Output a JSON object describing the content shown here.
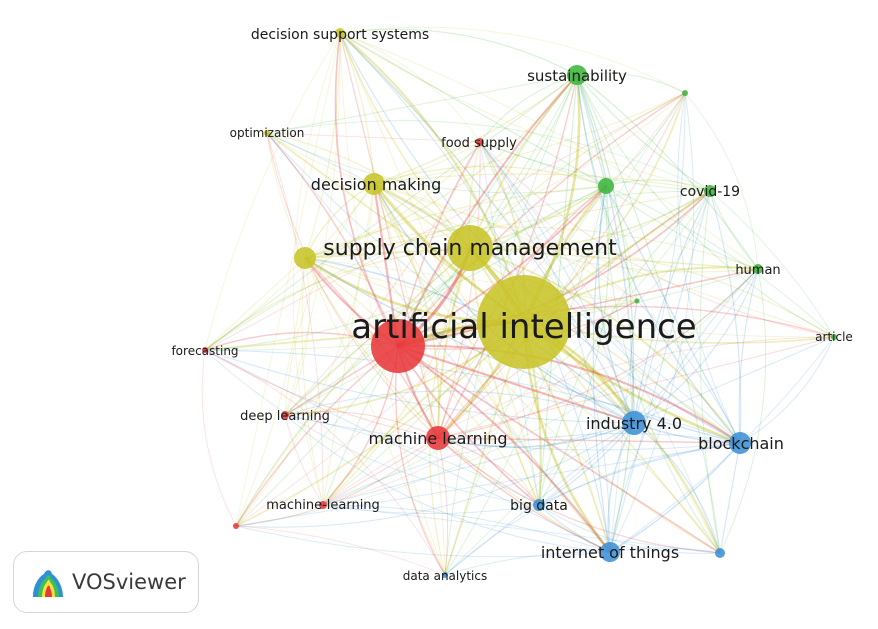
{
  "app": {
    "name": "VOSviewer"
  },
  "clusters": {
    "red": "#e8383b",
    "green": "#3db53d",
    "blue": "#3d8fd6",
    "yellow": "#c8c428"
  },
  "nodes": [
    {
      "id": "artificial-intelligence",
      "label": "artificial intelligence",
      "cluster": "yellow",
      "weight": 100
    },
    {
      "id": "supply-chain-management",
      "label": "supply chain management",
      "cluster": "yellow",
      "weight": 38
    },
    {
      "id": "decision-making",
      "label": "decision making",
      "cluster": "yellow",
      "weight": 16
    },
    {
      "id": "decision-support-systems",
      "label": "decision support systems",
      "cluster": "yellow",
      "weight": 8
    },
    {
      "id": "optimization",
      "label": "optimization",
      "cluster": "yellow",
      "weight": 4
    },
    {
      "id": "yellow-unlabeled",
      "label": "",
      "cluster": "yellow",
      "weight": 14
    },
    {
      "id": "ai-red",
      "label": "",
      "cluster": "red",
      "weight": 50
    },
    {
      "id": "machine-learning",
      "label": "machine learning",
      "cluster": "red",
      "weight": 16
    },
    {
      "id": "food-supply",
      "label": "food supply",
      "cluster": "red",
      "weight": 5
    },
    {
      "id": "forecasting",
      "label": "forecasting",
      "cluster": "red",
      "weight": 5
    },
    {
      "id": "deep-learning",
      "label": "deep learning",
      "cluster": "red",
      "weight": 5
    },
    {
      "id": "machine-learning-2",
      "label": "machine-learning",
      "cluster": "red",
      "weight": 5
    },
    {
      "id": "red-small",
      "label": "",
      "cluster": "red",
      "weight": 4
    },
    {
      "id": "sustainability",
      "label": "sustainability",
      "cluster": "green",
      "weight": 13
    },
    {
      "id": "covid-19",
      "label": "covid-19",
      "cluster": "green",
      "weight": 8
    },
    {
      "id": "human",
      "label": "human",
      "cluster": "green",
      "weight": 7
    },
    {
      "id": "article",
      "label": "article",
      "cluster": "green",
      "weight": 4
    },
    {
      "id": "green-mid",
      "label": "",
      "cluster": "green",
      "weight": 11
    },
    {
      "id": "green-top",
      "label": "",
      "cluster": "green",
      "weight": 4
    },
    {
      "id": "green-small",
      "label": "",
      "cluster": "green",
      "weight": 3
    },
    {
      "id": "industry-4-0",
      "label": "industry 4.0",
      "cluster": "blue",
      "weight": 17
    },
    {
      "id": "blockchain",
      "label": "blockchain",
      "cluster": "blue",
      "weight": 15
    },
    {
      "id": "big-data",
      "label": "big data",
      "cluster": "blue",
      "weight": 8
    },
    {
      "id": "internet-of-things",
      "label": "internet of things",
      "cluster": "blue",
      "weight": 13
    },
    {
      "id": "data-analytics",
      "label": "data analytics",
      "cluster": "blue",
      "weight": 4
    },
    {
      "id": "blue-right",
      "label": "",
      "cluster": "blue",
      "weight": 7
    }
  ]
}
